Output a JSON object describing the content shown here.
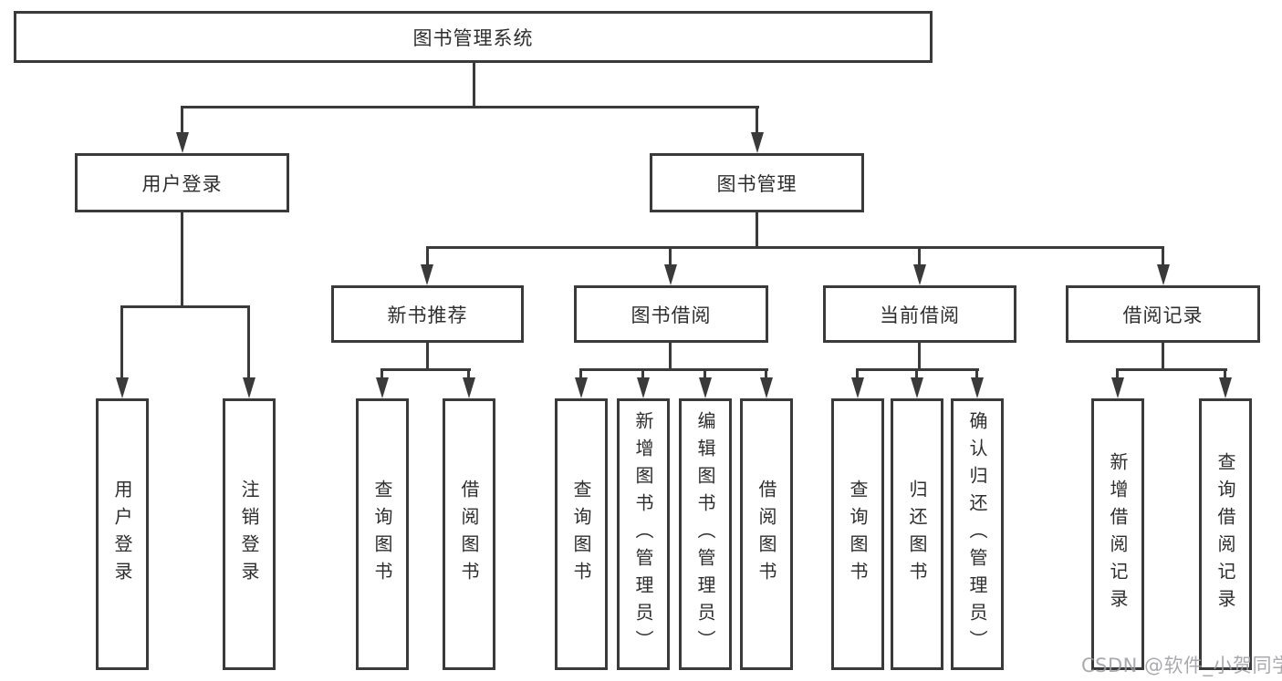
{
  "diagram": {
    "title": "图书管理系统",
    "level2": {
      "user_login": "用户登录",
      "book_mgmt": "图书管理"
    },
    "level3": {
      "new_books": "新书推荐",
      "book_borrow": "图书借阅",
      "current_borrow": "当前借阅",
      "borrow_records": "借阅记录"
    },
    "leaves": {
      "user_login": [
        "用户登录",
        "注销登录"
      ],
      "new_books": [
        "查询图书",
        "借阅图书"
      ],
      "book_borrow": [
        "查询图书",
        "新增图书（管理员）",
        "编辑图书（管理员）",
        "借阅图书"
      ],
      "current_borrow": [
        "查询图书",
        "归还图书",
        "确认归还（管理员）"
      ],
      "borrow_records": [
        "新增借阅记录",
        "查询借阅记录"
      ]
    }
  },
  "colors": {
    "line": "#3a3a3a",
    "text": "#2e2e2e",
    "watermark": "#9c9ca1"
  },
  "watermark": {
    "text": "CSDN @软件_小贺同学"
  }
}
